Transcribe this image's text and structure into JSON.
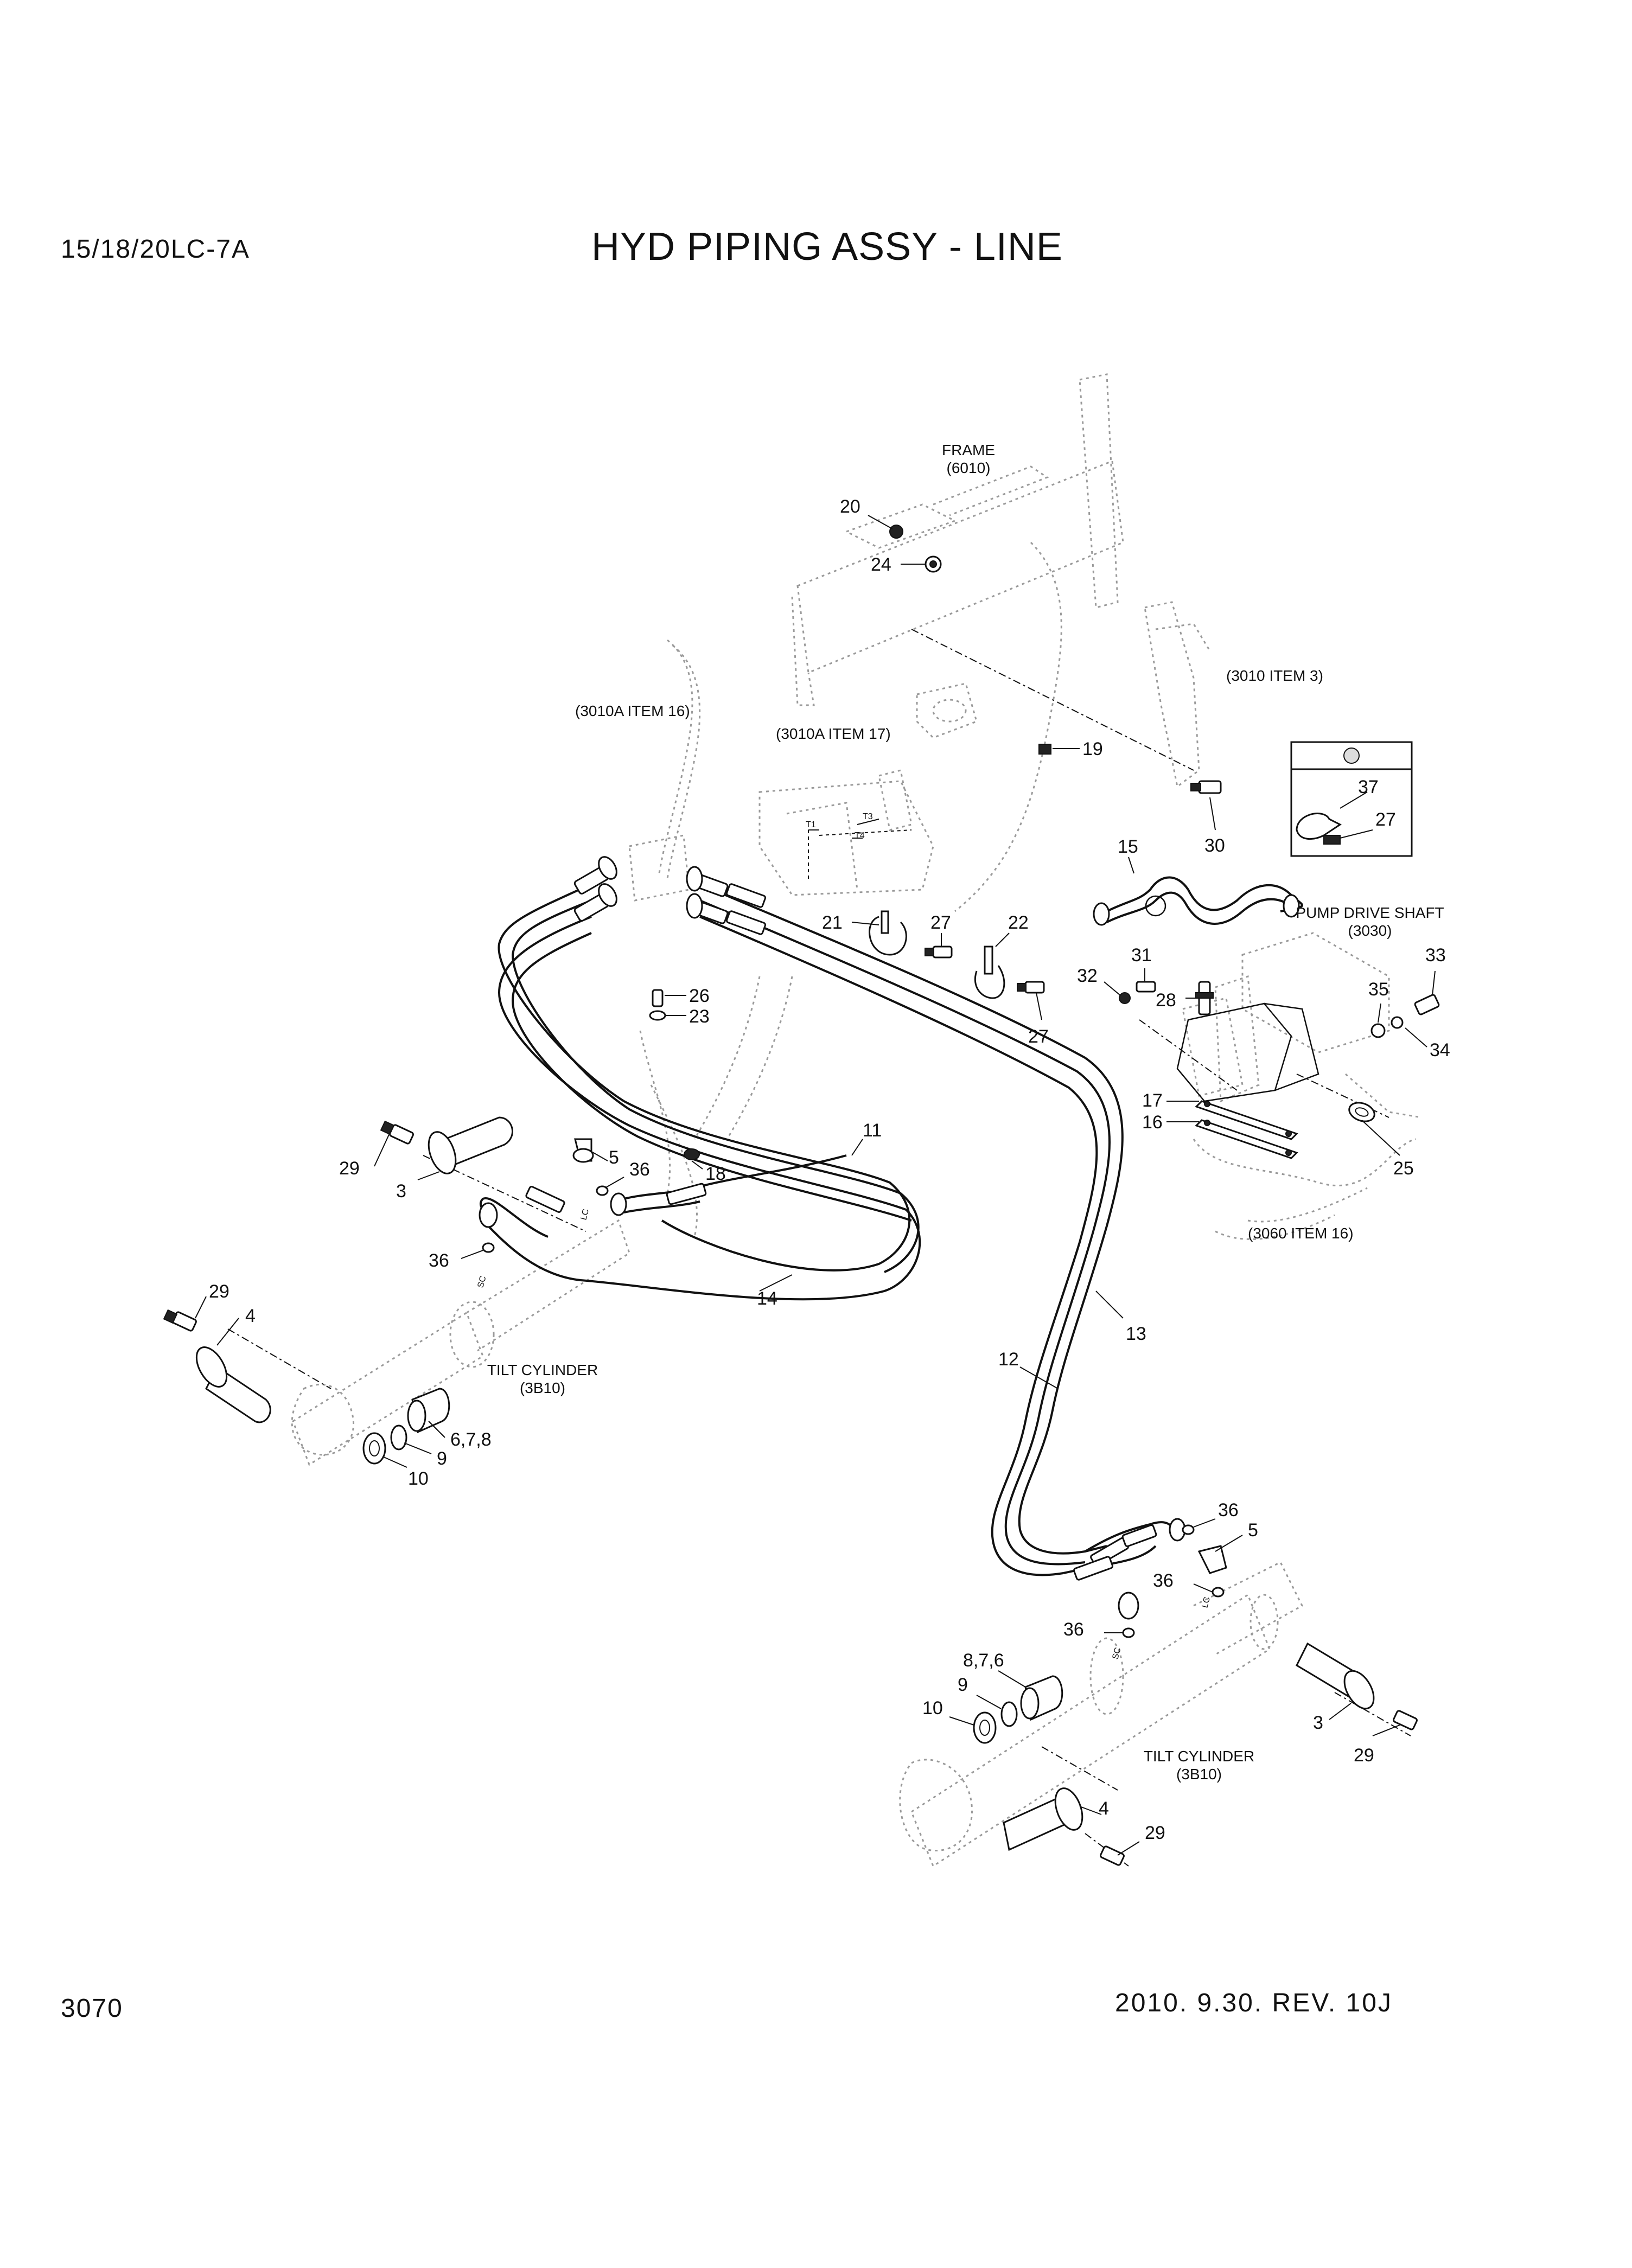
{
  "header": {
    "model": "15/18/20LC-7A",
    "title": "HYD PIPING ASSY - LINE"
  },
  "footer": {
    "page_number": "3070",
    "revision": "2010. 9.30. REV. 10J"
  },
  "references": {
    "frame": "FRAME",
    "frame_code": "(6010)",
    "item_3010_3": "(3010 ITEM 3)",
    "item_3010a_16": "(3010A ITEM 16)",
    "item_3010a_17": "(3010A ITEM 17)",
    "pump_drive_shaft": "PUMP DRIVE SHAFT",
    "pump_drive_shaft_code": "(3030)",
    "item_3060_16": "(3060 ITEM 16)",
    "tilt_cylinder_left": "TILT CYLINDER",
    "tilt_cylinder_left_code": "(3B10)",
    "tilt_cylinder_right": "TILT CYLINDER",
    "tilt_cylinder_right_code": "(3B10)"
  },
  "port_labels": {
    "t1": "T1",
    "t3": "T3",
    "t4": "T4",
    "lc_left": "LC",
    "sc_left": "SC",
    "lc_right": "LC",
    "sc_right": "SC"
  },
  "callouts": {
    "c20": "20",
    "c24": "24",
    "c19": "19",
    "c30": "30",
    "c37": "37",
    "c27_inset": "27",
    "c15": "15",
    "c21": "21",
    "c27_a": "27",
    "c22": "22",
    "c27_b": "27",
    "c26": "26",
    "c23": "23",
    "c31": "31",
    "c32": "32",
    "c28": "28",
    "c33": "33",
    "c35": "35",
    "c34": "34",
    "c17": "17",
    "c16": "16",
    "c25": "25",
    "c11": "11",
    "c18": "18",
    "c29_a": "29",
    "c3_a": "3",
    "c5_a": "5",
    "c36_a": "36",
    "c36_b": "36",
    "c14": "14",
    "c29_b": "29",
    "c4_a": "4",
    "c13": "13",
    "c12": "12",
    "c678_a": "6,7,8",
    "c9_a": "9",
    "c10_a": "10",
    "c36_c": "36",
    "c5_b": "5",
    "c36_d": "36",
    "c36_e": "36",
    "c876_b": "8,7,6",
    "c9_b": "9",
    "c10_b": "10",
    "c3_b": "3",
    "c29_c": "29",
    "c4_b": "4",
    "c29_d": "29"
  }
}
